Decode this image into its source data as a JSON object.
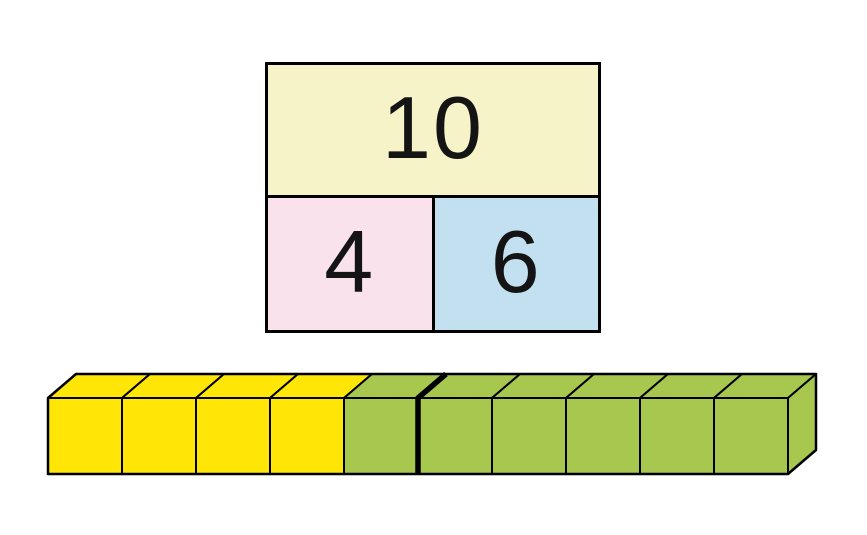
{
  "background": "#FFFFFF",
  "part_whole_model": {
    "whole": {
      "label": "10",
      "bg": "#F6F3C9"
    },
    "parts": [
      {
        "label": "4",
        "bg": "#F9E2EB"
      },
      {
        "label": "6",
        "bg": "#C2E0F0"
      }
    ],
    "border_color": "#000000"
  },
  "cube_bar": {
    "total_cubes": 10,
    "segments": [
      {
        "name": "yellow",
        "count": 4,
        "color": "#FFE606"
      },
      {
        "name": "green",
        "count": 6,
        "color": "#A8C74F"
      }
    ],
    "bold_divider_after_cube": 5,
    "outline_color": "#000000"
  }
}
